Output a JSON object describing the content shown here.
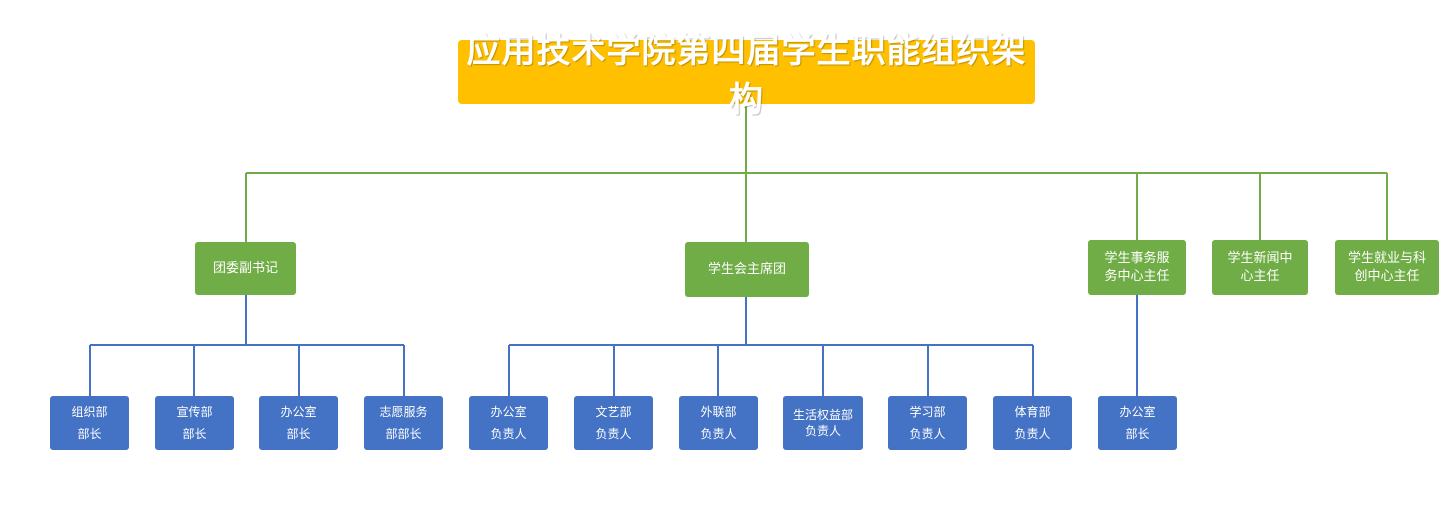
{
  "title": "应用技术学院第四届学生职能组织架构",
  "colors": {
    "title": "#FFC000",
    "level2": "#70AD47",
    "level3": "#4472C4",
    "green_line": "#70AD47",
    "blue_line": "#4472C4"
  },
  "level2": [
    {
      "label": "团委副书记"
    },
    {
      "label": "学生会主席团"
    },
    {
      "label": "学生事务服\n务中心主任"
    },
    {
      "label": "学生新闻中\n心主任"
    },
    {
      "label": "学生就业与科\n创中心主任"
    }
  ],
  "level3": [
    {
      "label": "组织部\n部长"
    },
    {
      "label": "宣传部\n部长"
    },
    {
      "label": "办公室\n部长"
    },
    {
      "label": "志愿服务\n部部长"
    },
    {
      "label": "办公室\n负责人"
    },
    {
      "label": "文艺部\n负责人"
    },
    {
      "label": "外联部\n负责人"
    },
    {
      "label": "生活权益部\n负责人"
    },
    {
      "label": "学习部\n负责人"
    },
    {
      "label": "体育部\n负责人"
    },
    {
      "label": "办公室\n部长"
    }
  ]
}
